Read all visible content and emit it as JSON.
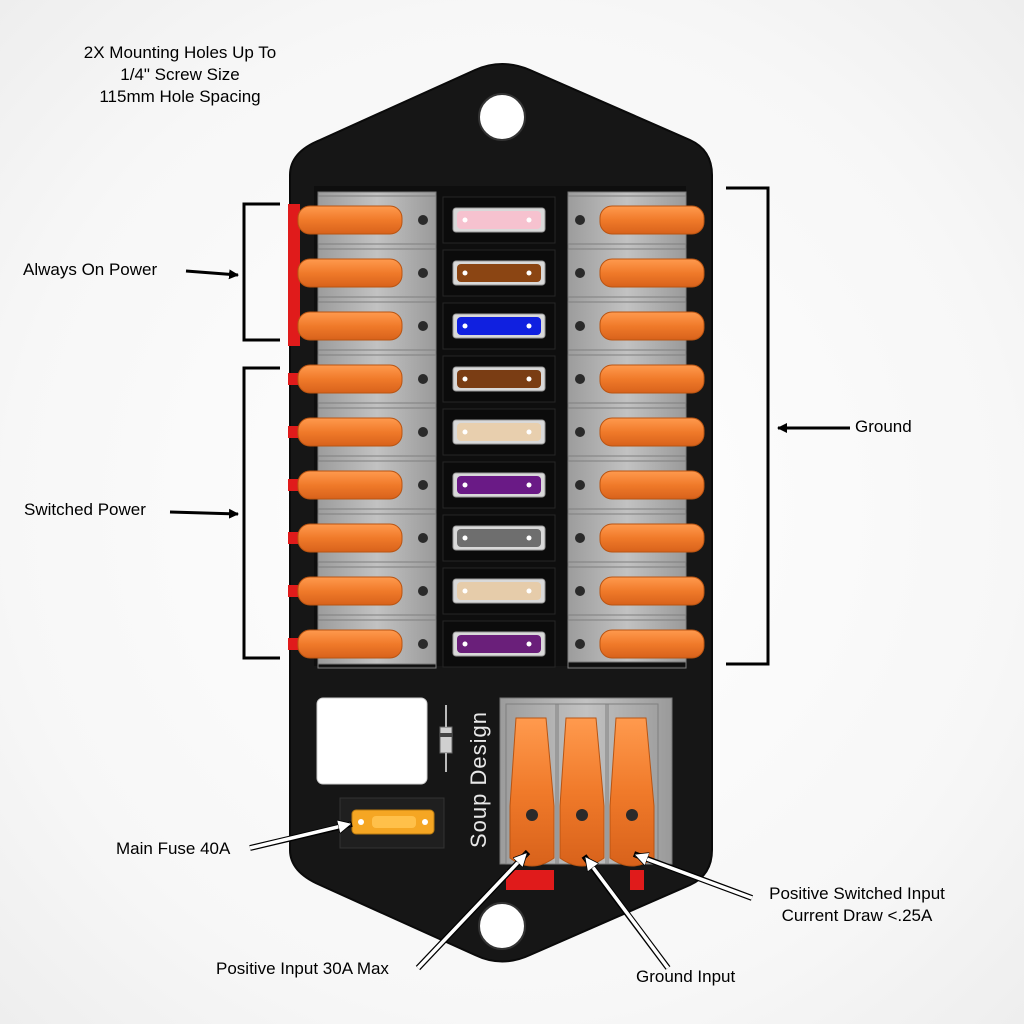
{
  "header_note": {
    "line1": "2X Mounting Holes Up To",
    "line2": "1/4\" Screw Size",
    "line3": "115mm Hole Spacing"
  },
  "labels": {
    "always_on": "Always On Power",
    "switched": "Switched Power",
    "ground": "Ground",
    "main_fuse": "Main Fuse 40A",
    "positive_input": "Positive Input 30A Max",
    "ground_input": "Ground Input",
    "switched_input_line1": "Positive Switched Input",
    "switched_input_line2": "Current Draw <.25A"
  },
  "brand": "Soup Design",
  "colors": {
    "board": "#161616",
    "connector_lever": "#f07a2a",
    "connector_body": "#a9a9a9",
    "always_on_marker": "#e01b1b",
    "fuse_colors": [
      "#f6c2cf",
      "#8b4513",
      "#1020e0",
      "#7a3d14",
      "#e8cfae",
      "#6a1a86",
      "#6e6e6e",
      "#e6ccaa",
      "#6a1f7a"
    ],
    "main_fuse": "#f5a623"
  }
}
